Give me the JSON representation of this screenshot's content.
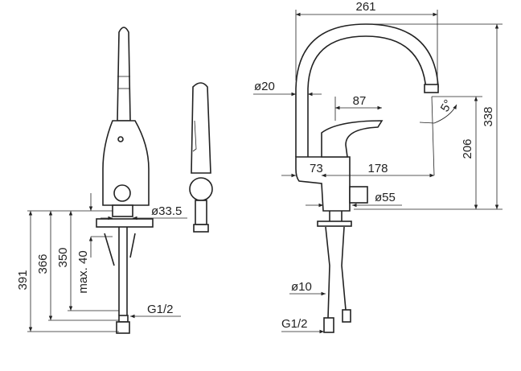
{
  "left_view": {
    "dims": {
      "d_base": "ø33.5",
      "h_total": "391",
      "h_366": "366",
      "h_350": "350",
      "max_thickness": "max. 40",
      "thread": "G1/2"
    }
  },
  "right_view": {
    "dims": {
      "reach_total": "261",
      "d_spout": "ø20",
      "lever": "87",
      "angle": "5°",
      "height_total": "338",
      "height_outlet": "206",
      "offset": "73",
      "reach": "178",
      "d_base": "ø55",
      "d_hose": "ø10",
      "thread": "G1/2"
    }
  }
}
